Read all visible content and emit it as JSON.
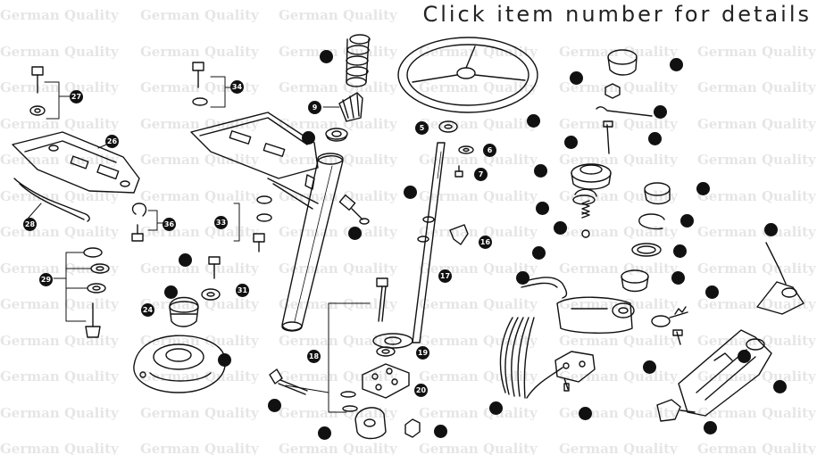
{
  "heading": "Click item number for details",
  "watermark": "German Quality",
  "callouts": {
    "c5": "5",
    "c6": "6",
    "c7": "7",
    "c9": "9",
    "c16": "16",
    "c17": "17",
    "c18": "18",
    "c19": "19",
    "c20": "20",
    "c24": "24",
    "c26": "26",
    "c27": "27",
    "c28": "28",
    "c29": "29",
    "c31": "31",
    "c33": "33",
    "c34": "34",
    "c36": "36"
  }
}
